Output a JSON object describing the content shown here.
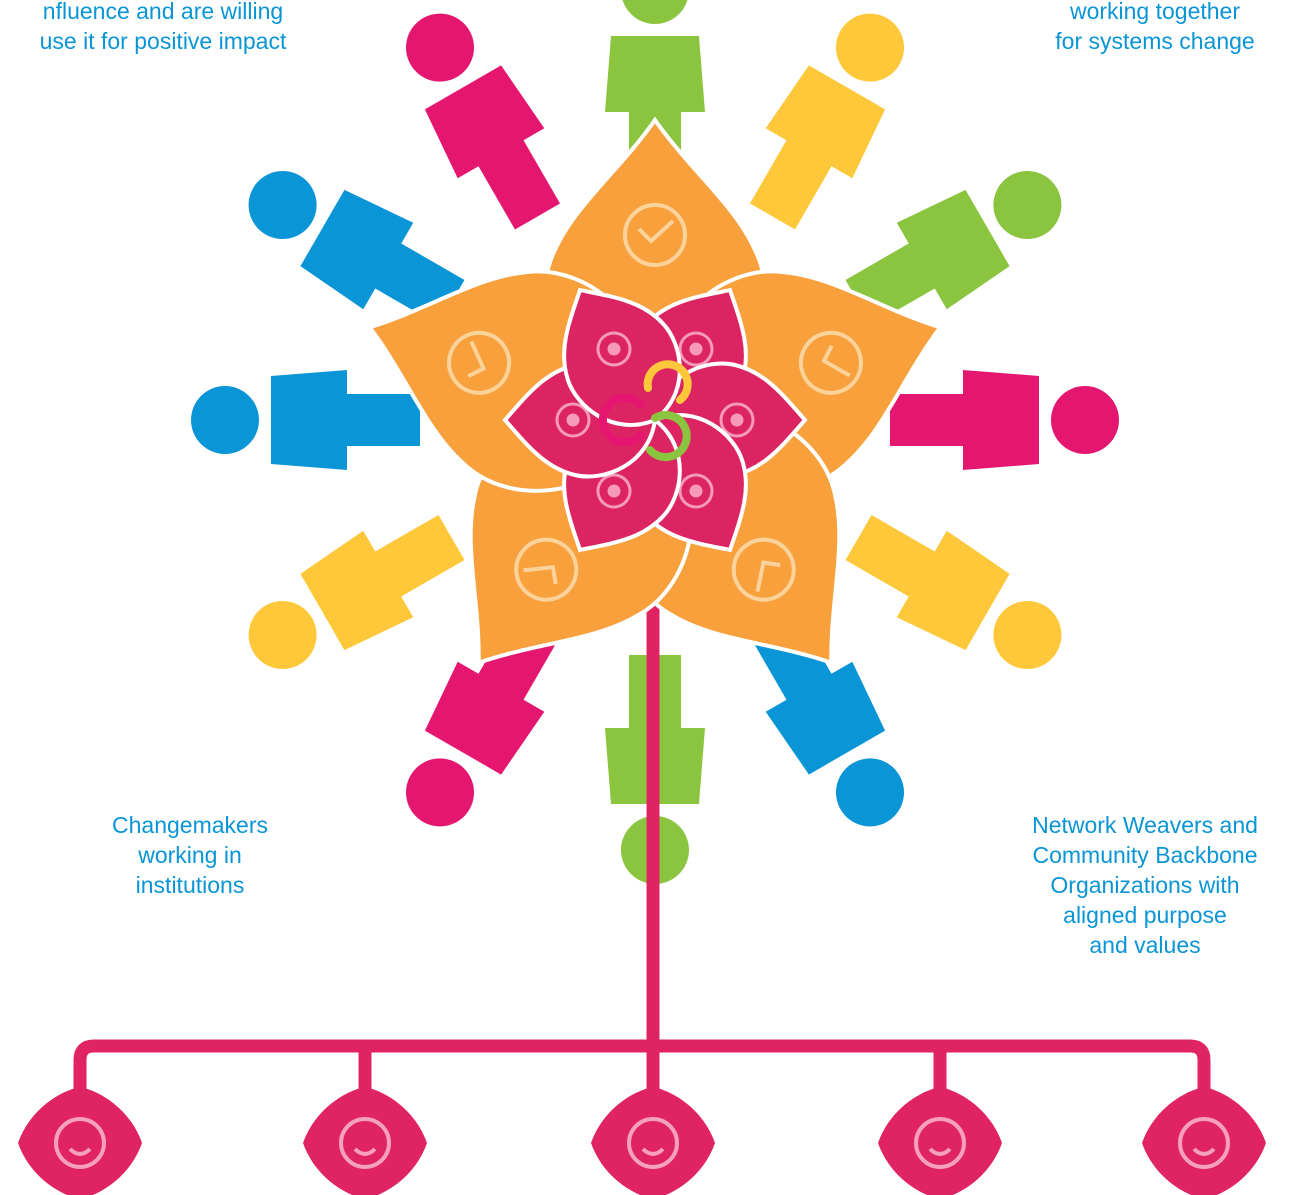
{
  "labels": {
    "top_left": "nfluence and are willing\nuse it for positive impact",
    "top_right": "working together\nfor systems change",
    "changemakers": "Changemakers\nworking in\ninstitutions",
    "network_weavers": "Network Weavers and\nCommunity Backbone\nOrganizations with\naligned purpose\nand values"
  },
  "colors": {
    "blue": "#0a95d6",
    "pink": "#e5166f",
    "green": "#8bc53f",
    "yellow": "#ffc83a",
    "orange": "#f7a03c",
    "crimson": "#dd2462",
    "stem": "#df2363"
  },
  "people": [
    {
      "color": "blue"
    },
    {
      "color": "pink"
    },
    {
      "color": "green"
    },
    {
      "color": "yellow"
    },
    {
      "color": "green"
    },
    {
      "color": "pink"
    },
    {
      "color": "yellow"
    },
    {
      "color": "blue"
    },
    {
      "color": "green"
    },
    {
      "color": "pink"
    },
    {
      "color": "yellow"
    },
    {
      "color": "blue"
    }
  ],
  "outer_petals": [
    {
      "icon": "checklist-icon"
    },
    {
      "icon": "network-nodes-icon"
    },
    {
      "icon": "pathway-plus-icon"
    },
    {
      "icon": "flag-cloud-icon"
    },
    {
      "icon": "lightbulb-gear-icon"
    }
  ],
  "inner_petals": [
    {
      "icon": "heart-gear-icon"
    },
    {
      "icon": "target-arrows-icon"
    },
    {
      "icon": "location-pin-icon"
    },
    {
      "icon": "people-group-icon"
    },
    {
      "icon": "puzzle-people-icon"
    },
    {
      "icon": "question-marks-icon"
    }
  ],
  "roots": [
    {
      "icon": "smiley-icon"
    },
    {
      "icon": "infinity-bulbs-icon"
    },
    {
      "icon": "podium-people-icon"
    },
    {
      "icon": "handshake-icon"
    },
    {
      "icon": "hands-circle-icon"
    }
  ]
}
